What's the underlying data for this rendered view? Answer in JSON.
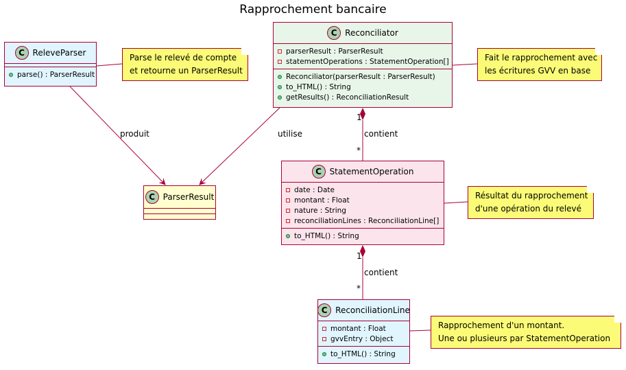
{
  "title": "Rapprochement bancaire",
  "classes": {
    "releve_parser": {
      "name": "ReleveParser",
      "stereotype": "C",
      "methods": [
        "parse() : ParserResult"
      ]
    },
    "reconciliator": {
      "name": "Reconciliator",
      "stereotype": "C",
      "attributes": [
        "parserResult : ParserResult",
        "statementOperations : StatementOperation[]"
      ],
      "methods": [
        "Reconciliator(parserResult : ParserResult)",
        "to_HTML() : String",
        "getResults() : ReconciliationResult"
      ]
    },
    "parser_result": {
      "name": "ParserResult",
      "stereotype": "C"
    },
    "statement_operation": {
      "name": "StatementOperation",
      "stereotype": "C",
      "attributes": [
        "date : Date",
        "montant : Float",
        "nature : String",
        "reconciliationLines : ReconciliationLine[]"
      ],
      "methods": [
        "to_HTML() : String"
      ]
    },
    "reconciliation_line": {
      "name": "ReconciliationLine",
      "stereotype": "C",
      "attributes": [
        "montant : Float",
        "gvvEntry : Object"
      ],
      "methods": [
        "to_HTML() : String"
      ]
    }
  },
  "notes": {
    "releve_parser": [
      "Parse le relevé de compte",
      "et retourne un ParserResult"
    ],
    "reconciliator": [
      "Fait le rapprochement avec",
      "les écritures GVV en base"
    ],
    "statement_operation": [
      "Résultat du rapprochement",
      "d'une opération du relevé"
    ],
    "reconciliation_line": [
      "Rapprochement d'un montant.",
      "Une ou plusieurs par StatementOperation"
    ]
  },
  "edges": {
    "produit": "produit",
    "utilise": "utilise",
    "contient_1": "contient",
    "contient_2": "contient",
    "mult_one_1": "1",
    "mult_many_1": "*",
    "mult_one_2": "1",
    "mult_many_2": "*"
  },
  "colors": {
    "border": "#A80036",
    "releve_parser_bg": "#E1F5FE",
    "reconciliator_bg": "#E8F5E9",
    "parser_result_bg": "#FEFECE",
    "statement_operation_bg": "#FCE4EC",
    "reconciliation_line_bg": "#E1F5FE",
    "note_bg": "#FBFB77",
    "stereotype_circle": "#ADD1B2"
  }
}
